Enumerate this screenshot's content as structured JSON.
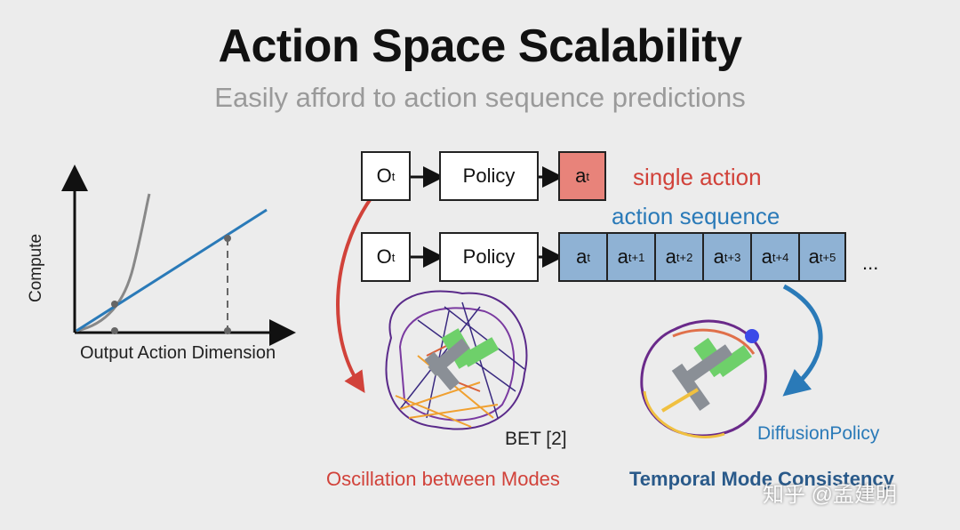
{
  "title": "Action Space Scalability",
  "subtitle": "Easily afford to action sequence predictions",
  "plot": {
    "ylabel": "Compute",
    "xlabel": "Output Action Dimension"
  },
  "row1": {
    "obs": "O",
    "obs_sub": "t",
    "policy": "Policy",
    "action": "a",
    "action_sub": "t",
    "label": "single action"
  },
  "row2": {
    "label": "action sequence",
    "obs": "O",
    "obs_sub": "t",
    "policy": "Policy",
    "actions": [
      {
        "base": "a",
        "sub": "t"
      },
      {
        "base": "a",
        "sub": "t+1"
      },
      {
        "base": "a",
        "sub": "t+2"
      },
      {
        "base": "a",
        "sub": "t+3"
      },
      {
        "base": "a",
        "sub": "t+4"
      },
      {
        "base": "a",
        "sub": "t+5"
      }
    ],
    "ellipsis": "..."
  },
  "left_example": {
    "tag": "BET [2]",
    "caption": "Oscillation between Modes"
  },
  "right_example": {
    "tag": "DiffusionPolicy",
    "caption": "Temporal Mode Consistency"
  },
  "watermark": "知乎 @孟建明",
  "colors": {
    "red": "#d1423a",
    "blue": "#2a7ab8",
    "single_box": "#e8837a",
    "seq_box": "#8fb2d4"
  }
}
